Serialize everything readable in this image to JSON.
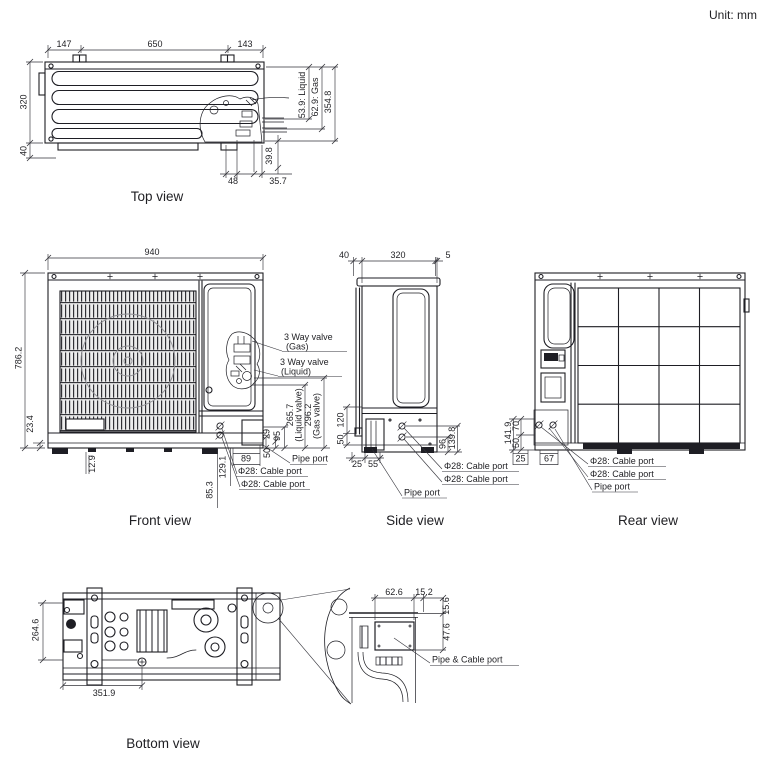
{
  "unit_note": "Unit: mm",
  "top": {
    "title": "Top view",
    "w_left": "147",
    "w_mid": "650",
    "w_right": "143",
    "depth": "320",
    "d40": "40",
    "liquid": "53.9: Liquid",
    "gas": "62.9: Gas",
    "total": "354.8",
    "d48": "48",
    "d35_7": "35.7",
    "d39_8": "39.8"
  },
  "front": {
    "title": "Front view",
    "width": "940",
    "height": "786.2",
    "d23_4": "23.4",
    "d12_9": "12.9",
    "valve_gas_1": "3 Way valve",
    "valve_gas_2": "(Gas)",
    "valve_liq_1": "3 Way valve",
    "valve_liq_2": "(Liquid)",
    "d29": "29",
    "d95": "95",
    "d50": "50",
    "d265_7": "265.7",
    "liquid_valve": "(Liquid valve)",
    "d296_2": "296.2",
    "gas_valve": "(Gas valve)",
    "d89": "89",
    "d129_1": "129.1",
    "d85_3": "85.3",
    "pipe_port": "Pipe port",
    "cable_port_1": "Φ28: Cable port",
    "cable_port_2": "Φ28: Cable port"
  },
  "side": {
    "title": "Side view",
    "d40": "40",
    "d320": "320",
    "d5": "5",
    "d120": "120",
    "d50": "50",
    "d25": "25",
    "d55": "55",
    "d96": "96",
    "d139_8": "139.8",
    "cable_port_1": "Φ28: Cable port",
    "cable_port_2": "Φ28: Cable port",
    "pipe_port": "Pipe port"
  },
  "rear": {
    "title": "Rear view",
    "d141_9": "141.9",
    "d70": "70",
    "d50": "50",
    "d25": "25",
    "d67": "67",
    "cable_port_1": "Φ28: Cable port",
    "cable_port_2": "Φ28: Cable port",
    "pipe_port": "Pipe port"
  },
  "bottom": {
    "title": "Bottom view",
    "d264_6": "264.6",
    "d351_9": "351.9",
    "d62_6": "62.6",
    "d15_2": "15.2",
    "d15_6": "15.6",
    "d47_6": "47.6",
    "pipe_cable_port": "Pipe & Cable port"
  }
}
